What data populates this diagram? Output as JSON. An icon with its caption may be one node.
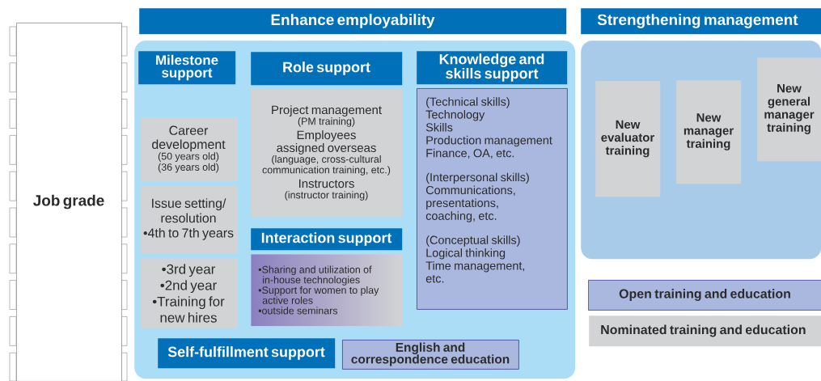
{
  "diagram": {
    "nodes": [
      {
        "text": [
          "Job grade"
        ]
      },
      {
        "text": [
          "Enhance employability"
        ]
      },
      {
        "text": [],
        "shape": "box"
      },
      {
        "text": [
          "Milestone support"
        ],
        "in": 2
      },
      {
        "text": [
          "Career development",
          "(50 years old)",
          "(36 years old)"
        ],
        "in": 2
      },
      {
        "text": [
          "Issue setting/ resolution",
          "•4th to 7th years"
        ],
        "in": 2
      },
      {
        "text": [
          "•3rd year",
          "•2nd year",
          "•Training for new hires"
        ],
        "in": 2
      },
      {
        "text": [
          "Role support"
        ],
        "in": 2
      },
      {
        "text": [
          "Project management",
          "(PM training)",
          "Employees assigned overseas",
          "(language, cross-cultural communication training, etc.)",
          "Instructors",
          "(instructor training)"
        ],
        "in": 2
      },
      {
        "text": [
          "Interaction support"
        ],
        "in": 2
      },
      {
        "text": [
          "•Sharing and utilization of in-house technologies",
          "•Support for women to play active roles",
          "•outside seminars"
        ],
        "in": 2
      },
      {
        "text": [
          "Knowledge and skills support"
        ],
        "in": 2
      },
      {
        "text": [
          "(Technical skills)",
          "Technology",
          "Skills",
          "Production management",
          "Finance, OA, etc.",
          "(Interpersonal skills)",
          "Communications,",
          "presentations,",
          "coaching, etc.",
          "(Conceptual skills)",
          "Logical thinking",
          "Time management,",
          "etc."
        ],
        "in": 2
      },
      {
        "text": [
          "Self-fulfillment support"
        ],
        "in": 2
      },
      {
        "text": [
          "English and correspondence education"
        ],
        "in": 2
      },
      {
        "text": [
          "Strengthening management"
        ]
      },
      {
        "text": [],
        "shape": "box"
      },
      {
        "text": [
          "New evaluator training"
        ],
        "in": 16
      },
      {
        "text": [
          "New manager training"
        ],
        "in": 16
      },
      {
        "text": [
          "New general manager training"
        ],
        "in": 16
      },
      {
        "text": [
          "Open training and education"
        ]
      },
      {
        "text": [
          "Nominated training and education"
        ]
      }
    ]
  }
}
